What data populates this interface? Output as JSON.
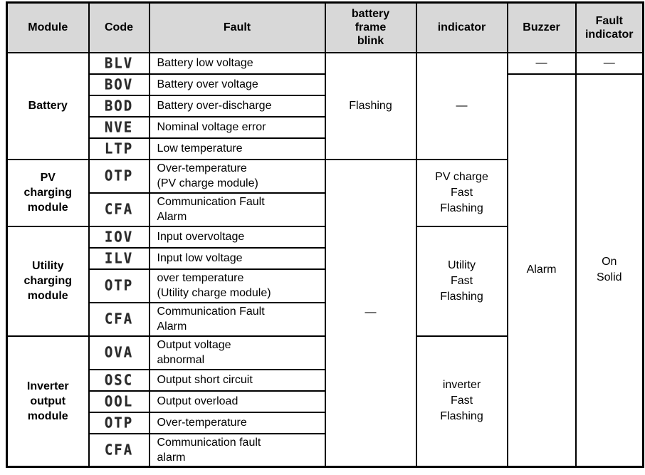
{
  "header": {
    "module": "Module",
    "code": "Code",
    "fault": "Fault",
    "battery_frame_blink": "battery\nframe\nblink",
    "indicator": "indicator",
    "buzzer": "Buzzer",
    "fault_indicator": "Fault\nindicator"
  },
  "modules": {
    "battery": "Battery",
    "pv_charging": "PV\ncharging\nmodule",
    "utility_charging": "Utility\ncharging\nmodule",
    "inverter_output": "Inverter\noutput\nmodule"
  },
  "rows": [
    {
      "code": "BLV",
      "fault": "Battery low voltage"
    },
    {
      "code": "BOV",
      "fault": "Battery over voltage"
    },
    {
      "code": "BOD",
      "fault": "Battery over-discharge"
    },
    {
      "code": "NVE",
      "fault": "Nominal voltage error"
    },
    {
      "code": "LTP",
      "fault": "Low temperature"
    },
    {
      "code": "OTP",
      "fault": "Over-temperature\n(PV charge module)"
    },
    {
      "code": "CFA",
      "fault": "Communication Fault\nAlarm"
    },
    {
      "code": "IOV",
      "fault": "Input overvoltage"
    },
    {
      "code": "ILV",
      "fault": "Input low voltage"
    },
    {
      "code": "OTP",
      "fault": "over temperature\n(Utility charge module)"
    },
    {
      "code": "CFA",
      "fault": "Communication Fault\nAlarm"
    },
    {
      "code": "OVA",
      "fault": "Output voltage\nabnormal"
    },
    {
      "code": "OSC",
      "fault": "Output short circuit"
    },
    {
      "code": "OOL",
      "fault": "Output overload"
    },
    {
      "code": "OTP",
      "fault": "Over-temperature"
    },
    {
      "code": "CFA",
      "fault": "Communication fault\nalarm"
    }
  ],
  "status": {
    "battery_frame_flashing": "Flashing",
    "battery_frame_none": "—",
    "indicator_battery_none": "—",
    "indicator_pv": "PV charge\nFast\nFlashing",
    "indicator_utility": "Utility\nFast\nFlashing",
    "indicator_inverter": "inverter\nFast\nFlashing",
    "buzzer_none": "—",
    "buzzer_alarm": "Alarm",
    "fault_indicator_none": "—",
    "fault_indicator_on": "On\nSolid"
  },
  "colors": {
    "header_bg": "#d8d8d8",
    "border": "#000000"
  }
}
